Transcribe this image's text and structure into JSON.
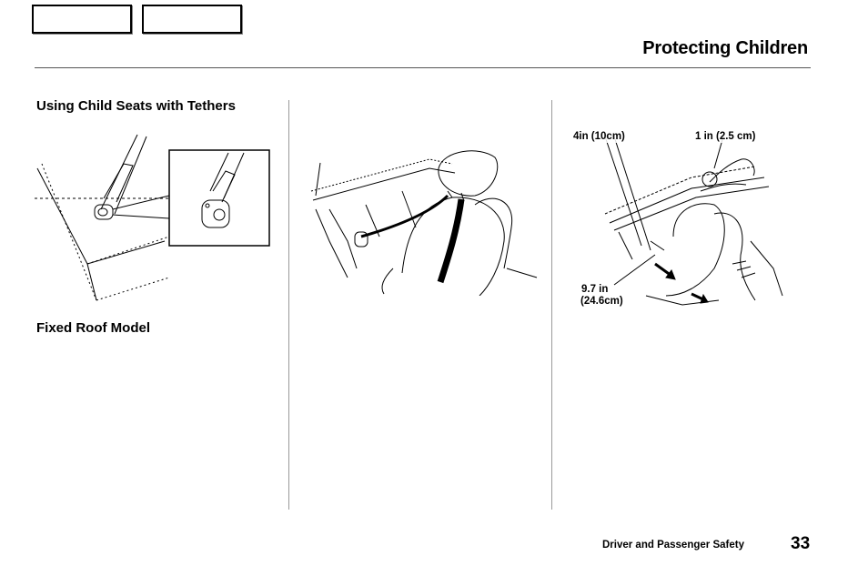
{
  "header": {
    "title": "Protecting Children"
  },
  "sections": {
    "tethers_heading": "Using Child Seats with Tethers",
    "fixed_roof_heading": "Fixed Roof Model"
  },
  "figure_labels": {
    "dist_4in": "4in  (10cm)",
    "dist_1in": "1 in (2.5 cm)",
    "dist_97in": "9.7  in",
    "dist_246cm": "(24.6cm)"
  },
  "footer": {
    "section": "Driver and Passenger Safety",
    "page_number": "33"
  }
}
